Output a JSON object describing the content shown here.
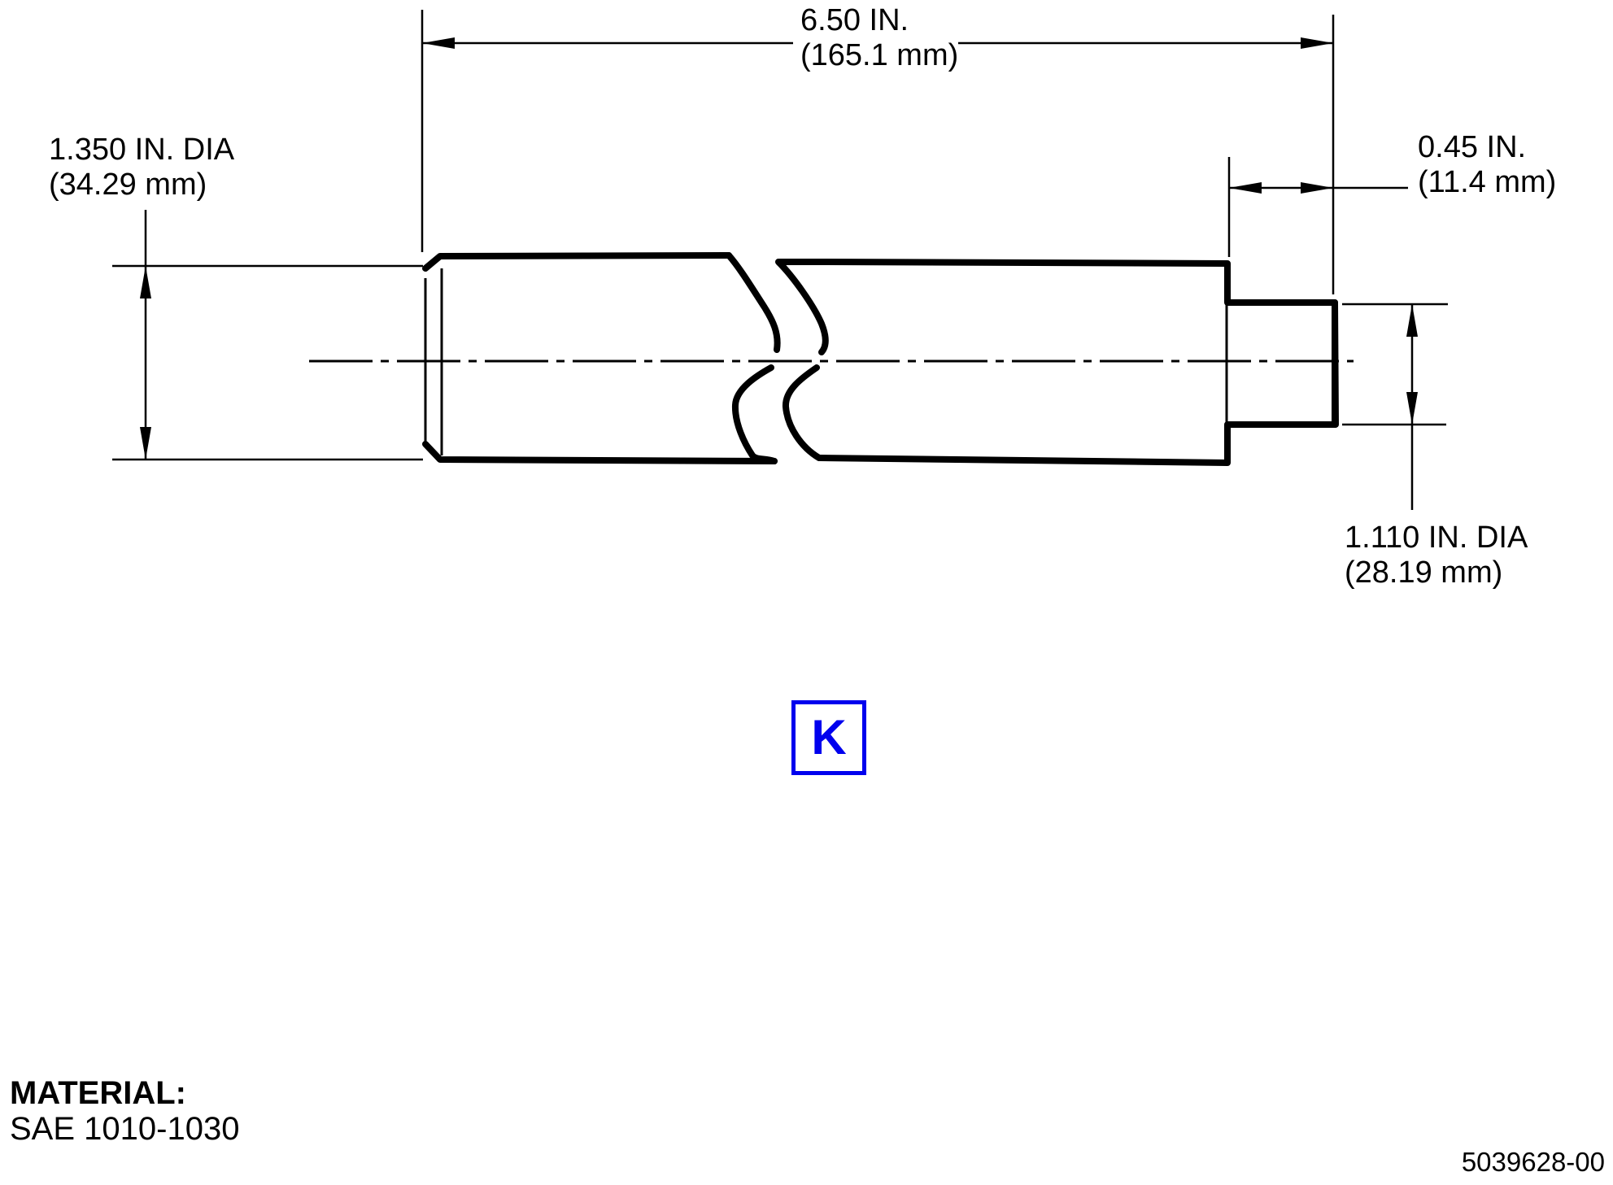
{
  "dimensions": {
    "overall_length": {
      "imperial": "6.50 IN.",
      "metric": "(165.1 mm)"
    },
    "large_diameter": {
      "imperial": "1.350 IN. DIA",
      "metric": "(34.29 mm)"
    },
    "step_length": {
      "imperial": "0.45 IN.",
      "metric": "(11.4 mm)"
    },
    "small_diameter": {
      "imperial": "1.110 IN. DIA",
      "metric": "(28.19 mm)"
    }
  },
  "badge": {
    "letter": "K",
    "color": "#0000ee"
  },
  "material": {
    "label": "MATERIAL:",
    "value": "SAE 1010-1030"
  },
  "part_number": "5039628-00"
}
